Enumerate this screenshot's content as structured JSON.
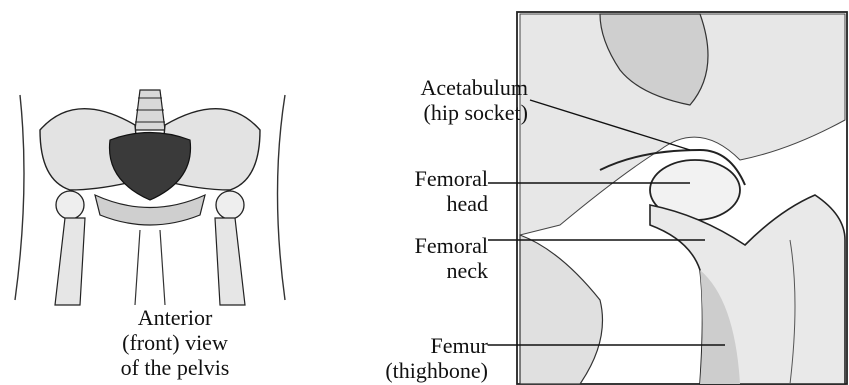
{
  "pelvis_view": {
    "caption_lines": [
      "Anterior",
      "(front) view",
      "of the pelvis"
    ]
  },
  "hip_labels": {
    "acetabulum": [
      "Acetabulum",
      "(hip socket)"
    ],
    "femoral_head": [
      "Femoral",
      "head"
    ],
    "femoral_neck": [
      "Femoral",
      "neck"
    ],
    "femur": [
      "Femur",
      "(thighbone)"
    ]
  }
}
